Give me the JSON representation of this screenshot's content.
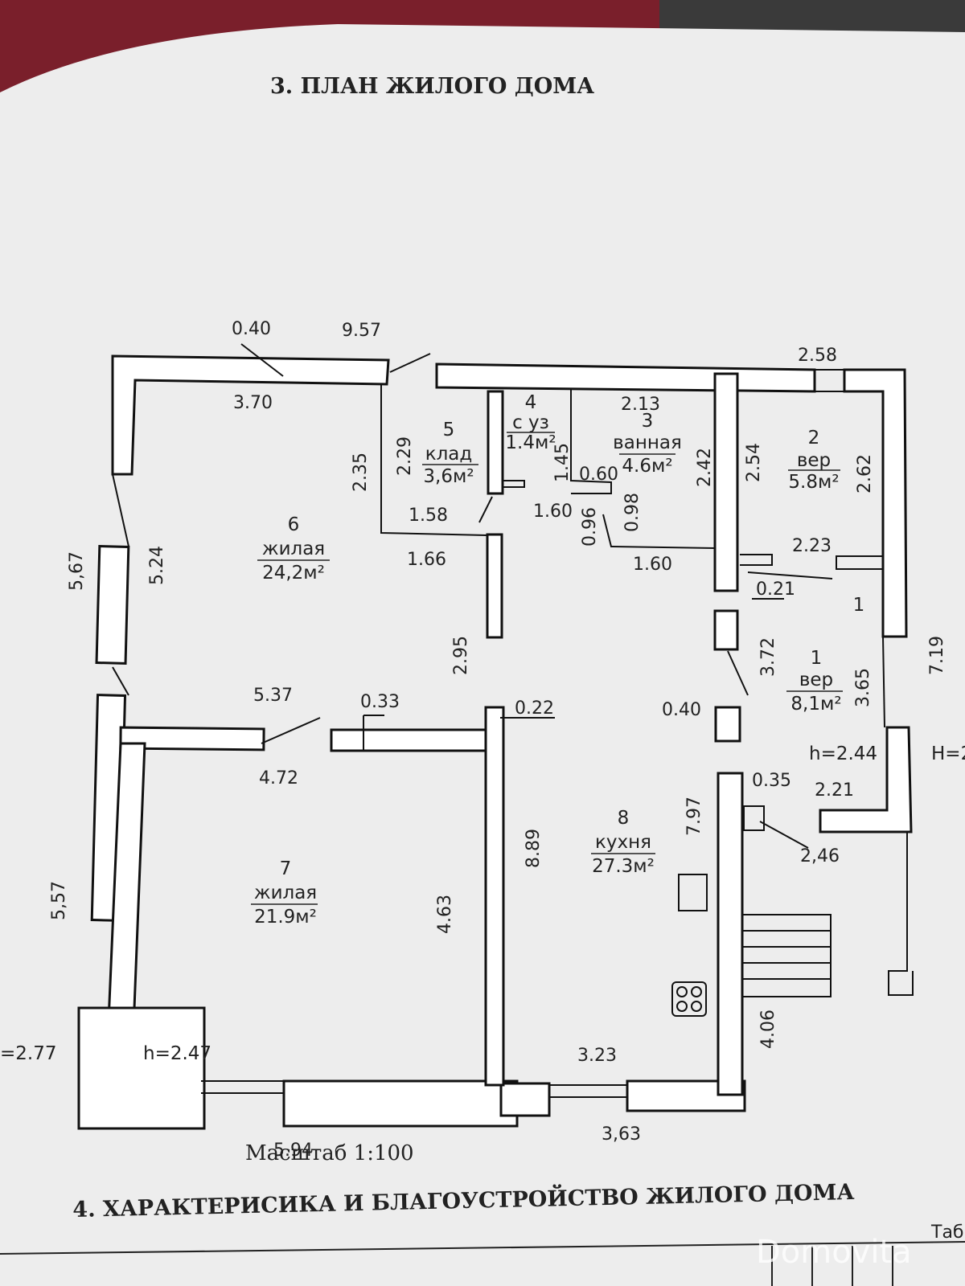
{
  "section3_title": "3. ПЛАН ЖИЛОГО ДОМА",
  "section4_title": "4. ХАРАКТЕРИСИКА И БЛАГОУСТРОЙСТВО ЖИЛОГО ДОМА",
  "scale_label": "Масштаб 1:100",
  "watermark": "Domovita",
  "corner_text": "Таб",
  "rooms": [
    {
      "num": "1",
      "name": "вер",
      "area": "8,1м²"
    },
    {
      "num": "2",
      "name": "вер",
      "area": "5.8м²"
    },
    {
      "num": "3",
      "name": "ванная",
      "area": "4.6м²"
    },
    {
      "num": "4",
      "name": "с уз",
      "area": "1.4м²"
    },
    {
      "num": "5",
      "name": "клад",
      "area": "3,6м²"
    },
    {
      "num": "6",
      "name": "жилая",
      "area": "24,2м²"
    },
    {
      "num": "7",
      "name": "жилая",
      "area": "21.9м²"
    },
    {
      "num": "8",
      "name": "кухня",
      "area": "27.3м²"
    }
  ],
  "extra_room_num": "1",
  "heights": {
    "h1": "h=2.44",
    "h2": "h=2.47",
    "h3": "H=2",
    "h4": "=2.77"
  },
  "dimensions": {
    "d040a": "0.40",
    "d957": "9.57",
    "d258": "2.58",
    "d370": "3.70",
    "d213": "2.13",
    "d235": "2.35",
    "d229": "2.29",
    "d145": "1.45",
    "d060": "0.60",
    "d242": "2.42",
    "d254": "2.54",
    "d262": "2.62",
    "d567": "5,67",
    "d524": "5.24",
    "d158": "1.58",
    "d160a": "1.60",
    "d096": "0.96",
    "d098": "0.98",
    "d166": "1.66",
    "d160b": "1.60",
    "d223": "2.23",
    "d021": "0.21",
    "d295": "2.95",
    "d372": "3.72",
    "d719": "7.19",
    "d365": "3.65",
    "d537": "5.37",
    "d033": "0.33",
    "d022": "0.22",
    "d040b": "0.40",
    "d472": "4.72",
    "d035": "0.35",
    "d221": "2.21",
    "d246": "2,46",
    "d797": "7.97",
    "d889": "8.89",
    "d557": "5,57",
    "d463": "4.63",
    "d406": "4.06",
    "d323": "3.23",
    "d363": "3,63",
    "d594": "5.94"
  }
}
